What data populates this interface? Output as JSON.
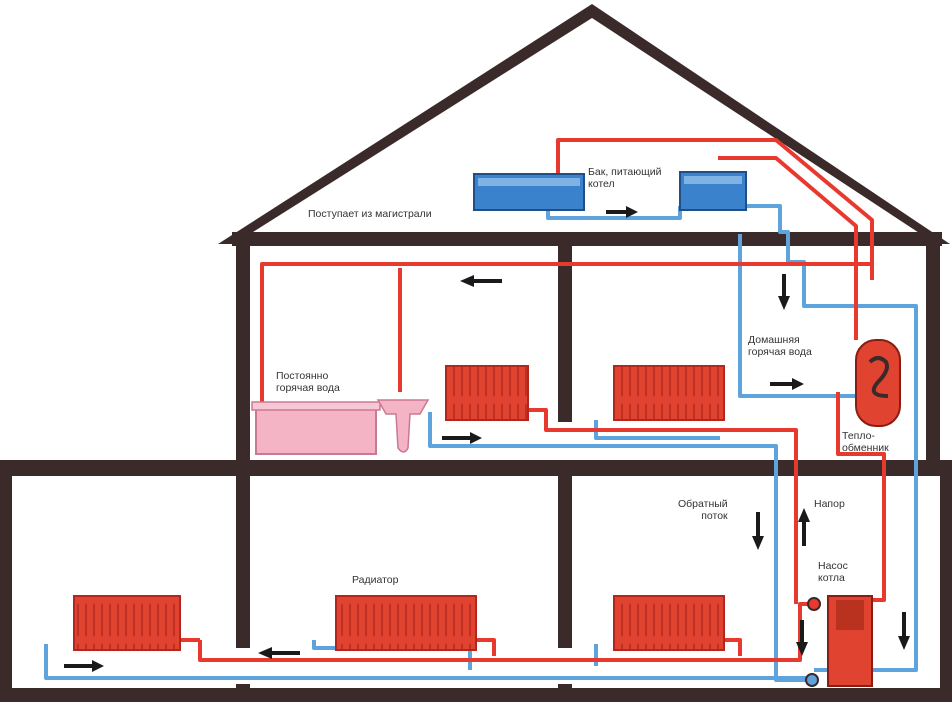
{
  "labels": {
    "main_supply": "Поступает из магистрали",
    "feed_tank": "Бак, питающий\nкотел",
    "constant_hot_water": "Постоянно\nгорячая вода",
    "domestic_hot_water": "Домашняя\nгорячая вода",
    "heat_exchanger": "Тепло-\nобменник",
    "return_flow": "Обратный\nпоток",
    "pressure": "Напор",
    "boiler_pump": "Насос\nкотла",
    "radiator": "Радиатор"
  },
  "colors": {
    "hot_pipe": "#e8392f",
    "cold_pipe": "#5fa3dc",
    "radiator_fill": "#e0432f",
    "radiator_stroke": "#b3261e",
    "tank_fill": "#3a82cc",
    "bath_fill": "#f4b4c6",
    "structure": "#3a2a2a"
  },
  "icons": {
    "flow_arrow": "flow-arrow-icon",
    "heat_coil": "coil-icon",
    "valve": "valve-icon"
  }
}
